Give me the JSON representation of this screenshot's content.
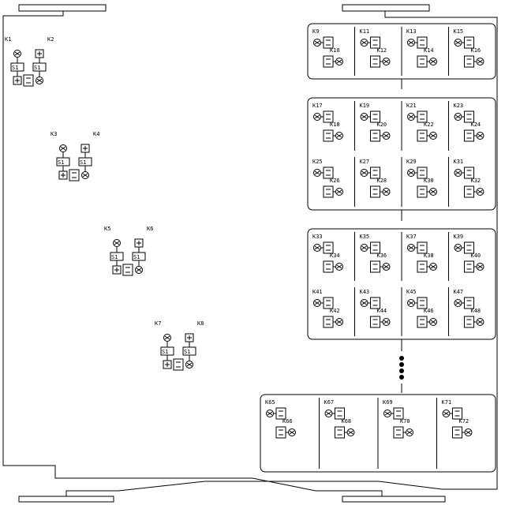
{
  "left_cells": [
    {
      "key_a": "K1",
      "key_b": "K2",
      "sbox": "S1"
    },
    {
      "key_a": "K3",
      "key_b": "K4",
      "sbox": "S1"
    },
    {
      "key_a": "K5",
      "key_b": "K6",
      "sbox": "S1"
    },
    {
      "key_a": "K7",
      "key_b": "K8",
      "sbox": "S1"
    }
  ],
  "round_blocks": [
    {
      "rows": [
        [
          "K9",
          "K10",
          "K11",
          "K12",
          "K13",
          "K14",
          "K15",
          "K16"
        ]
      ]
    },
    {
      "rows": [
        [
          "K17",
          "K18",
          "K19",
          "K20",
          "K21",
          "K22",
          "K23",
          "K24"
        ],
        [
          "K25",
          "K26",
          "K27",
          "K28",
          "K29",
          "K30",
          "K31",
          "K32"
        ]
      ]
    },
    {
      "rows": [
        [
          "K33",
          "K34",
          "K35",
          "K36",
          "K37",
          "K38",
          "K39",
          "K40"
        ],
        [
          "K41",
          "K42",
          "K43",
          "K44",
          "K45",
          "K46",
          "K47",
          "K48"
        ]
      ]
    },
    {
      "rows": [
        [
          "K65",
          "K66",
          "K67",
          "K68",
          "K69",
          "K70",
          "K71",
          "K72"
        ]
      ]
    }
  ]
}
